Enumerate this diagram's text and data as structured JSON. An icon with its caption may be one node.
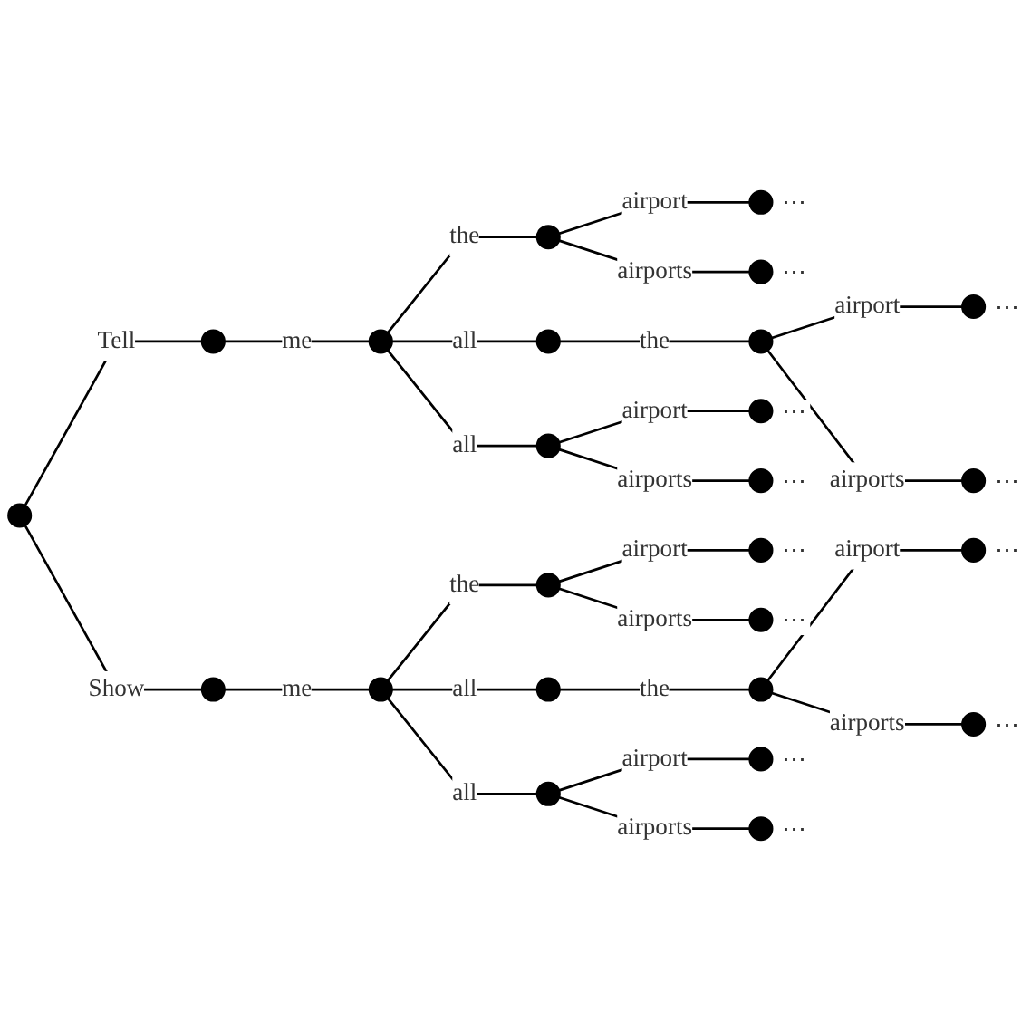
{
  "diagram": {
    "nodes": [
      {
        "text": [],
        "shape": "circle"
      },
      {
        "text": [],
        "shape": "circle"
      },
      {
        "text": [],
        "shape": "circle"
      },
      {
        "text": [],
        "shape": "circle"
      },
      {
        "text": [],
        "shape": "circle",
        "beside": [
          "⋯"
        ]
      },
      {
        "text": [],
        "shape": "circle",
        "beside": [
          "⋯"
        ]
      },
      {
        "text": [],
        "shape": "circle"
      },
      {
        "text": [],
        "shape": "circle"
      },
      {
        "text": [],
        "shape": "circle",
        "beside": [
          "⋯"
        ]
      },
      {
        "text": [],
        "shape": "circle",
        "beside": [
          "⋯"
        ]
      },
      {
        "text": [],
        "shape": "circle"
      },
      {
        "text": [],
        "shape": "circle",
        "beside": [
          "⋯"
        ]
      },
      {
        "text": [],
        "shape": "circle",
        "beside": [
          "⋯"
        ]
      },
      {
        "text": [],
        "shape": "circle"
      },
      {
        "text": [],
        "shape": "circle"
      },
      {
        "text": [],
        "shape": "circle"
      },
      {
        "text": [],
        "shape": "circle",
        "beside": [
          "⋯"
        ]
      },
      {
        "text": [],
        "shape": "circle",
        "beside": [
          "⋯"
        ]
      },
      {
        "text": [],
        "shape": "circle"
      },
      {
        "text": [],
        "shape": "circle"
      },
      {
        "text": [],
        "shape": "circle",
        "beside": [
          "⋯"
        ]
      },
      {
        "text": [],
        "shape": "circle",
        "beside": [
          "⋯"
        ]
      },
      {
        "text": [],
        "shape": "circle"
      },
      {
        "text": [],
        "shape": "circle",
        "beside": [
          "⋯"
        ]
      },
      {
        "text": [],
        "shape": "circle",
        "beside": [
          "⋯"
        ]
      }
    ],
    "edges": [
      {
        "from": 0,
        "to": 1,
        "arrow": "none",
        "label": "Tell"
      },
      {
        "from": 1,
        "to": 2,
        "arrow": "none",
        "label": "me"
      },
      {
        "from": 2,
        "to": 3,
        "arrow": "none",
        "label": "the"
      },
      {
        "from": 3,
        "to": 4,
        "arrow": "none",
        "label": "airport"
      },
      {
        "from": 3,
        "to": 5,
        "arrow": "none",
        "label": "airports"
      },
      {
        "from": 2,
        "to": 6,
        "arrow": "none",
        "label": "all"
      },
      {
        "from": 6,
        "to": 7,
        "arrow": "none",
        "label": "the"
      },
      {
        "from": 7,
        "to": 8,
        "arrow": "none",
        "label": "airport"
      },
      {
        "from": 7,
        "to": 9,
        "arrow": "none",
        "label": "airports"
      },
      {
        "from": 2,
        "to": 10,
        "arrow": "none",
        "label": "all"
      },
      {
        "from": 10,
        "to": 11,
        "arrow": "none",
        "label": "airport"
      },
      {
        "from": 10,
        "to": 12,
        "arrow": "none",
        "label": "airports"
      },
      {
        "from": 0,
        "to": 13,
        "arrow": "none",
        "label": "Show"
      },
      {
        "from": 13,
        "to": 14,
        "arrow": "none",
        "label": "me"
      },
      {
        "from": 14,
        "to": 15,
        "arrow": "none",
        "label": "the"
      },
      {
        "from": 15,
        "to": 16,
        "arrow": "none",
        "label": "airport"
      },
      {
        "from": 15,
        "to": 17,
        "arrow": "none",
        "label": "airports"
      },
      {
        "from": 14,
        "to": 18,
        "arrow": "none",
        "label": "all"
      },
      {
        "from": 18,
        "to": 19,
        "arrow": "none",
        "label": "the"
      },
      {
        "from": 19,
        "to": 20,
        "arrow": "none",
        "label": "airport"
      },
      {
        "from": 19,
        "to": 21,
        "arrow": "none",
        "label": "airports"
      },
      {
        "from": 14,
        "to": 22,
        "arrow": "none",
        "label": "all"
      },
      {
        "from": 22,
        "to": 23,
        "arrow": "none",
        "label": "airport"
      },
      {
        "from": 22,
        "to": 24,
        "arrow": "none",
        "label": "airports"
      }
    ]
  }
}
